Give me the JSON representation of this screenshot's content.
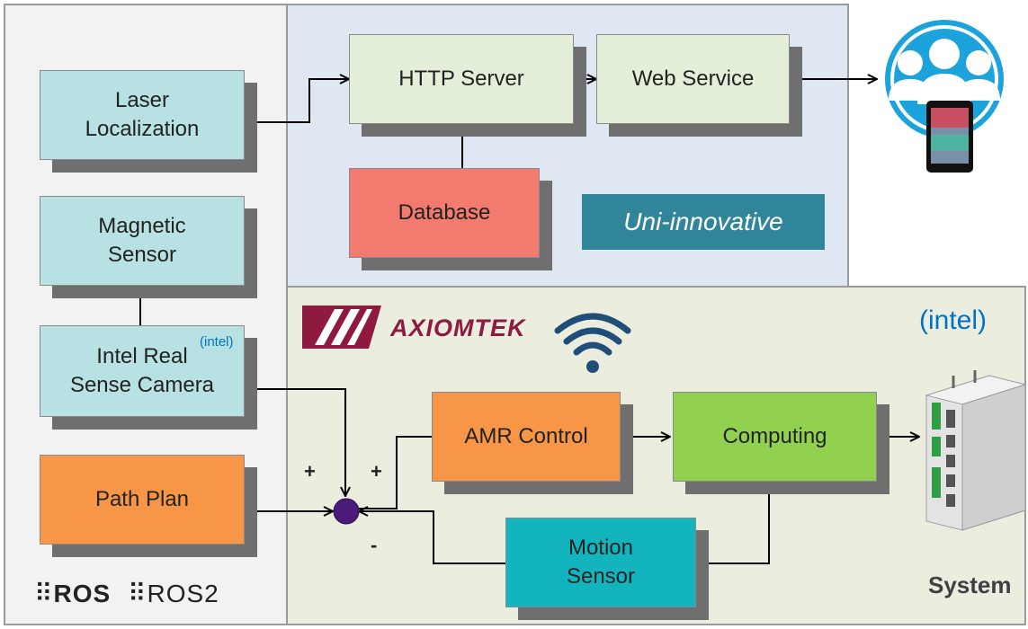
{
  "nodes": {
    "laser": "Laser\nLocalization",
    "magnetic": "Magnetic\nSensor",
    "realsense": "Intel Real\nSense Camera",
    "path_plan": "Path Plan",
    "http_server": "HTTP Server",
    "web_service": "Web Service",
    "database": "Database",
    "amr_control": "AMR Control",
    "computing": "Computing",
    "motion_sensor": "Motion\nSensor"
  },
  "labels": {
    "uni_innovative": "Uni-innovative",
    "system": "System",
    "ros": "ROS",
    "ros2": "ROS2",
    "axiomtek": "AXIOMTEK",
    "intel": "intel",
    "intel_small": "intel"
  },
  "signs": {
    "plus_left": "+",
    "plus_top": "+",
    "minus": "-"
  },
  "colors": {
    "left_panel": "#f2f2f2",
    "top_panel": "#dfe7f2",
    "bottom_panel": "#ebeedf",
    "cyan_box": "#b7e1e2",
    "orange_box": "#f79646",
    "green_box": "#92d050",
    "teal_box": "#12b5bd",
    "database_box": "#f27a6e",
    "accent_blue": "#1ca3dc",
    "summing_node": "#4b1b7c"
  }
}
